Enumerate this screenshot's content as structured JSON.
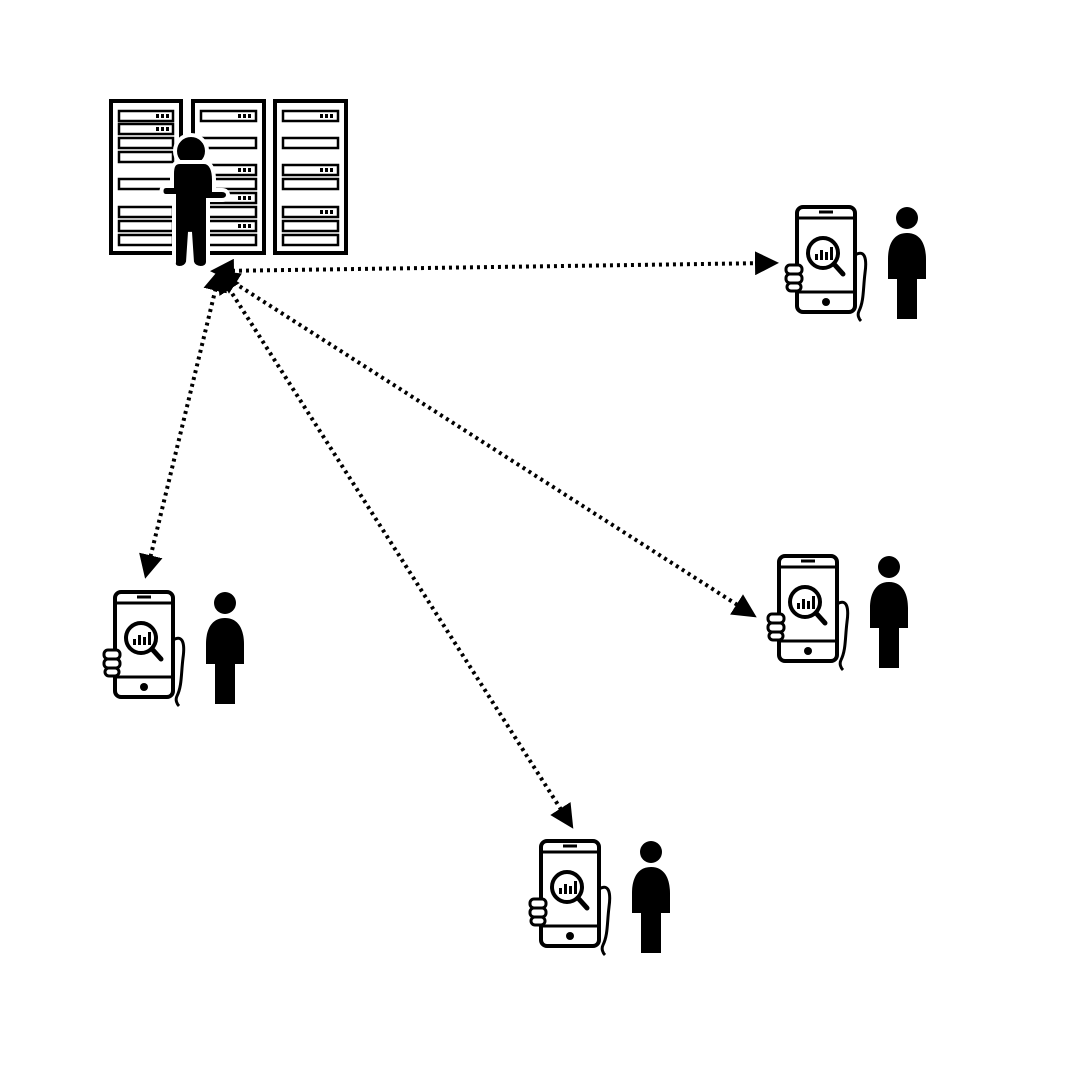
{
  "diagram": {
    "hub": {
      "icon": "server-rack-admin-icon"
    },
    "clients": [
      {
        "id": "client-right-top",
        "icon": "phone-analytics-user-icon"
      },
      {
        "id": "client-left",
        "icon": "phone-analytics-user-icon"
      },
      {
        "id": "client-right-middle",
        "icon": "phone-analytics-user-icon"
      },
      {
        "id": "client-bottom",
        "icon": "phone-analytics-user-icon"
      }
    ],
    "connections": [
      {
        "from": "hub",
        "to": "client-right-top",
        "style": "dotted",
        "bidirectional": true
      },
      {
        "from": "hub",
        "to": "client-left",
        "style": "dotted",
        "bidirectional": true
      },
      {
        "from": "hub",
        "to": "client-right-middle",
        "style": "dotted",
        "bidirectional": true
      },
      {
        "from": "hub",
        "to": "client-bottom",
        "style": "dotted",
        "bidirectional": true
      }
    ],
    "colors": {
      "ink": "#000000",
      "background": "#ffffff"
    }
  }
}
